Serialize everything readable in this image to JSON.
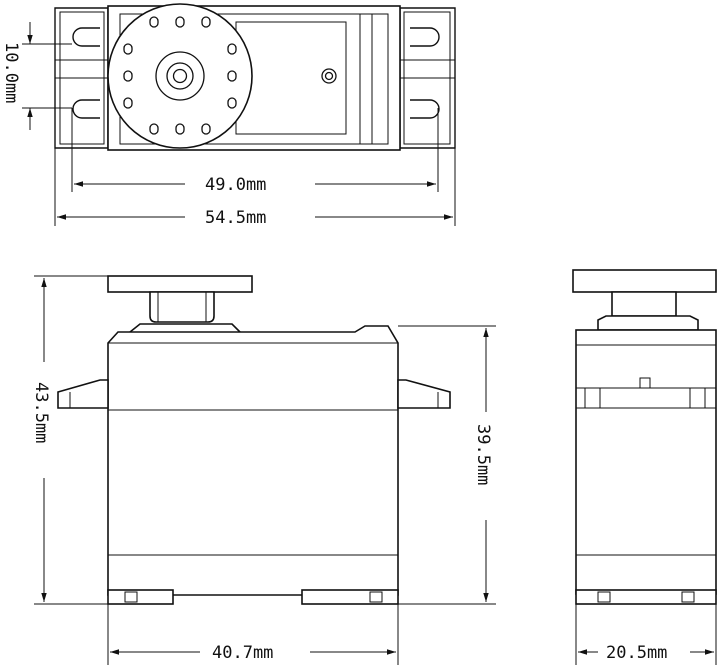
{
  "dimensions": {
    "mount_spacing": "10.0mm",
    "hole_span": "49.0mm",
    "overall_length": "54.5mm",
    "total_height": "43.5mm",
    "body_height": "39.5mm",
    "body_length": "40.7mm",
    "body_width": "20.5mm"
  }
}
